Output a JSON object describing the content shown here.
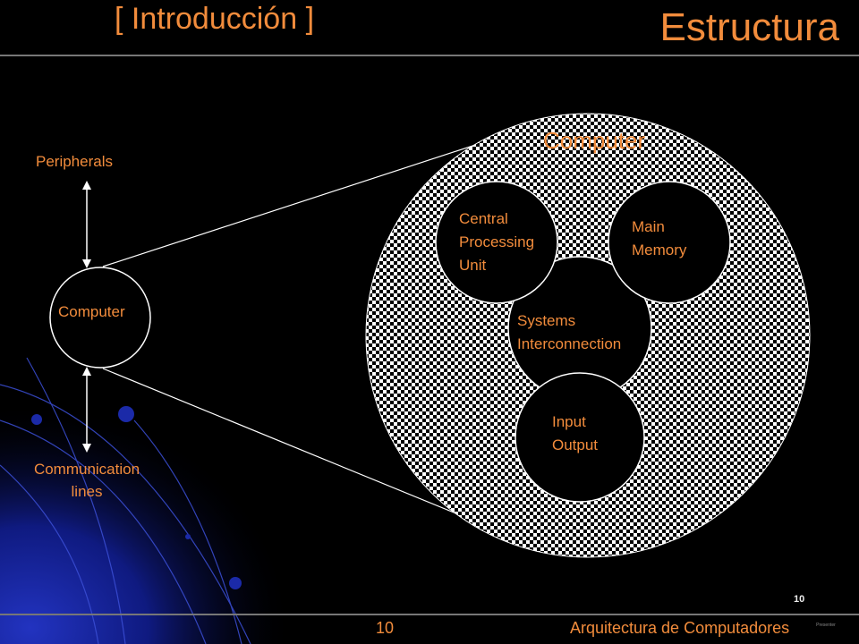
{
  "header": {
    "section": "[ Introducción ]",
    "title": "Estructura"
  },
  "diagram": {
    "left": {
      "top_label": "Peripherals",
      "node_label": "Computer",
      "bottom_label_line1": "Communication",
      "bottom_label_line2": "lines"
    },
    "zoom": {
      "title": "Computer",
      "cpu": [
        "Central",
        "Processing",
        "Unit"
      ],
      "memory": [
        "Main",
        "Memory"
      ],
      "interconnection": [
        "Systems",
        "Interconnection"
      ],
      "io": [
        "Input",
        "Output"
      ]
    }
  },
  "footer": {
    "page_number": "10",
    "course": "Arquitectura de Computadores",
    "slide_number": "10",
    "tiny_text": "Presenter"
  },
  "colors": {
    "accent": "#f28c3c",
    "background": "#000000",
    "blue_glow": "#1c2fb0"
  }
}
